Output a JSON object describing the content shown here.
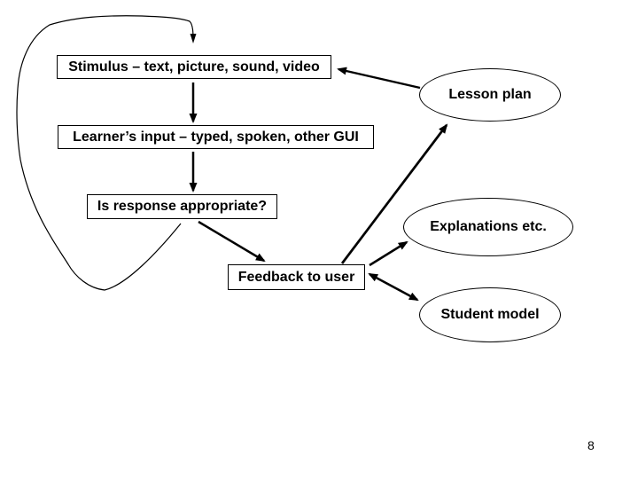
{
  "page": {
    "background": "#ffffff",
    "page_number": "8"
  },
  "diagram": {
    "colors": {
      "stroke": "#000000",
      "shape_fill": "#ffffff",
      "text": "#000000"
    },
    "nodes": {
      "stimulus": {
        "label": "Stimulus – text, picture, sound, video",
        "shape": "rectangle"
      },
      "learner_input": {
        "label": "Learner’s input – typed, spoken, other GUI",
        "shape": "rectangle"
      },
      "response_check": {
        "label": "Is response appropriate?",
        "shape": "rectangle"
      },
      "feedback": {
        "label": "Feedback to user",
        "shape": "rectangle"
      },
      "lesson_plan": {
        "label": "Lesson plan",
        "shape": "ellipse"
      },
      "explanations": {
        "label": "Explanations etc.",
        "shape": "ellipse"
      },
      "student_model": {
        "label": "Student model",
        "shape": "ellipse"
      }
    },
    "edges": [
      {
        "from": "stimulus",
        "to": "learner_input",
        "style": "straight-arrow"
      },
      {
        "from": "learner_input",
        "to": "response_check",
        "style": "straight-arrow"
      },
      {
        "from": "response_check",
        "to": "feedback",
        "style": "straight-arrow"
      },
      {
        "from": "response_check",
        "to": "stimulus",
        "style": "curved-loop-arrow"
      },
      {
        "from": "lesson_plan",
        "to": "stimulus",
        "style": "straight-arrow"
      },
      {
        "from": "feedback",
        "to": "lesson_plan",
        "style": "straight-arrow"
      },
      {
        "from": "feedback",
        "to": "explanations",
        "style": "straight-arrow"
      },
      {
        "from": "feedback",
        "to": "student_model",
        "style": "double-headed-arrow"
      }
    ]
  }
}
